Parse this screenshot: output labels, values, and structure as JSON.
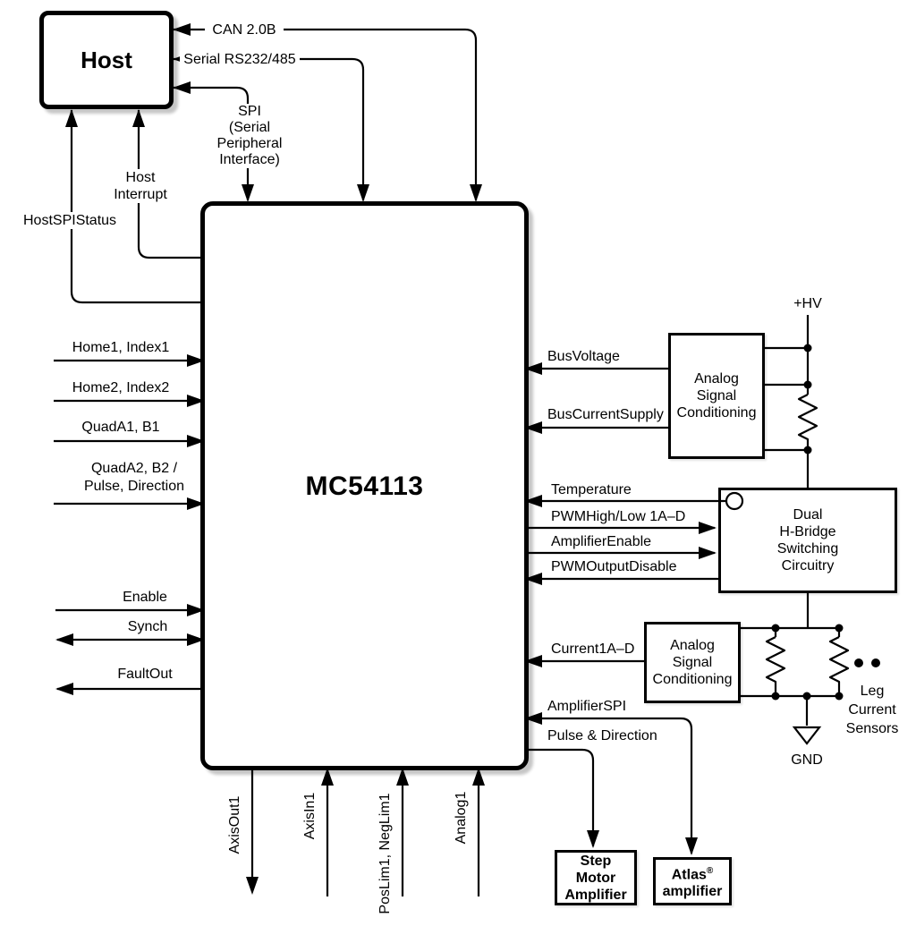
{
  "diagram": {
    "host": {
      "label": "Host"
    },
    "chip": {
      "label": "MC54113"
    },
    "connections": {
      "can": "CAN 2.0B",
      "serial": "Serial RS232/485",
      "spi": "SPI\n(Serial\nPeripheral\nInterface)",
      "host_spi_status": "HostSPIStatus",
      "host_interrupt": "Host\nInterrupt",
      "home1": "Home1, Index1",
      "home2": "Home2, Index2",
      "quad1": "QuadA1, B1",
      "quad2": "QuadA2, B2 /\nPulse, Direction",
      "enable": "Enable",
      "synch": "Synch",
      "faultout": "FaultOut",
      "axisout1": "AxisOut1",
      "axisin1": "AxisIn1",
      "poslim": "PosLim1, NegLim1",
      "analog1": "Analog1",
      "busvoltage": "BusVoltage",
      "buscurrentsupply": "BusCurrentSupply",
      "temperature": "Temperature",
      "pwmhighlow": "PWMHigh/Low 1A–D",
      "amplifierenable": "AmplifierEnable",
      "pwmoutputdisable": "PWMOutputDisable",
      "current1ad": "Current1A–D",
      "amplifierspi": "AmplifierSPI",
      "pulsedirection": "Pulse & Direction"
    },
    "blocks": {
      "asc1": "Analog\nSignal\nConditioning",
      "asc2": "Analog\nSignal\nConditioning",
      "hbridge": "Dual\nH-Bridge\nSwitching\nCircuitry",
      "step": "Step\nMotor\nAmplifier",
      "atlas_name": "Atlas",
      "atlas_reg": "®",
      "atlas_line2": "amplifier"
    },
    "power": {
      "hv": "+HV",
      "gnd": "GND",
      "leg_sensors": "Leg\nCurrent\nSensors"
    },
    "colors": {
      "line": "#000000",
      "background": "#ffffff",
      "shadow": "#c6c6c6"
    }
  }
}
